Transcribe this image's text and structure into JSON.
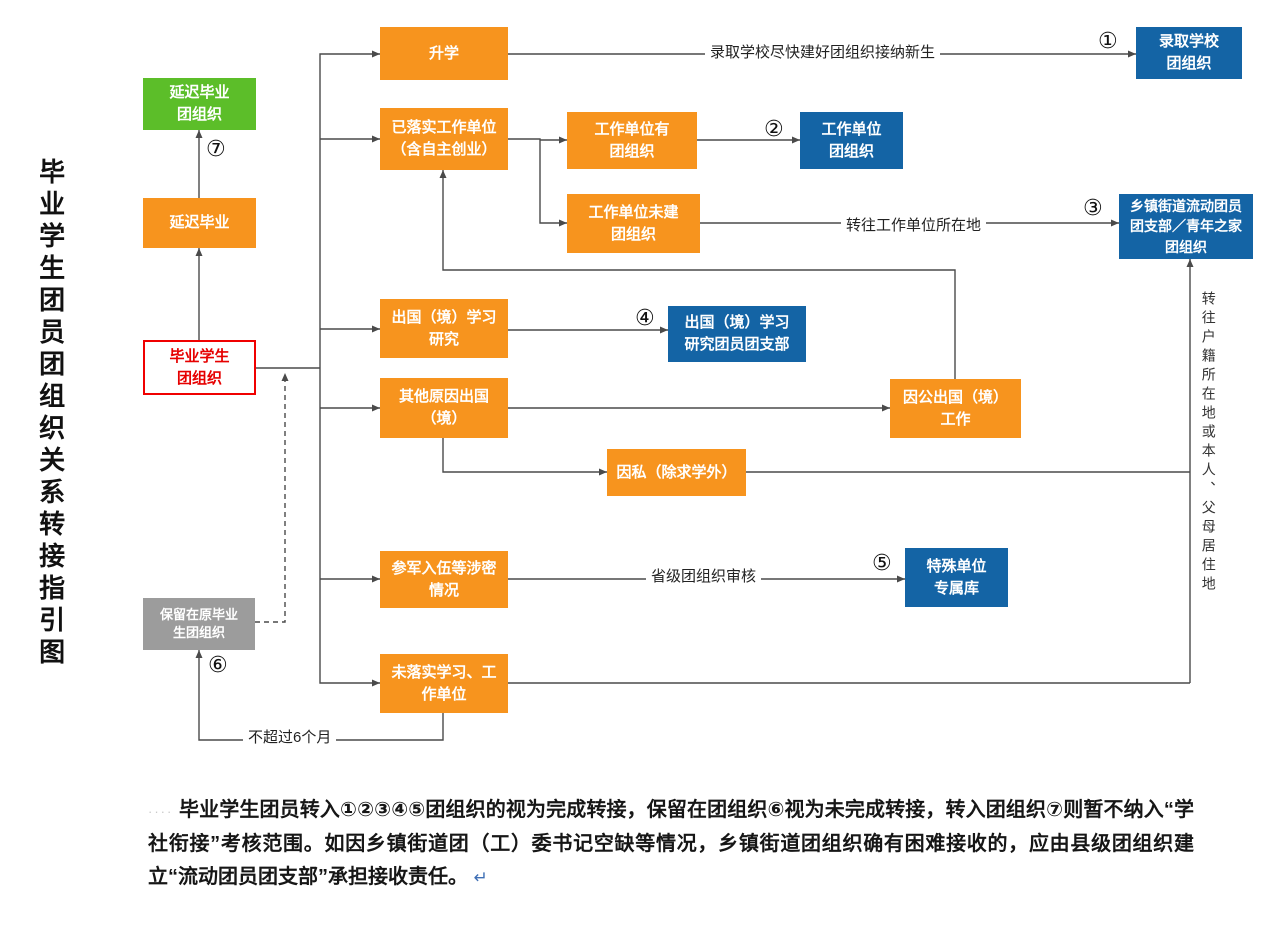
{
  "title": "毕业学生团员团组织关系转接指引图",
  "nodes": {
    "delayed_grad_org": "延迟毕业\n团组织",
    "delayed_grad": "延迟毕业",
    "grad_student_org": "毕业学生\n团组织",
    "retained_org": "保留在原毕业\n生团组织",
    "enroll": "升学",
    "secured_work": "已落实工作单位\n（含自主创业）",
    "study_abroad": "出国（境）学习\n研究",
    "other_abroad": "其他原因出国\n（境）",
    "military": "参军入伍等涉密\n情况",
    "not_secured": "未落实学习、工\n作单位",
    "work_has_org": "工作单位有\n团组织",
    "work_no_org": "工作单位未建\n团组织",
    "private_abroad": "因私（除求学外）",
    "official_abroad": "因公出国（境）\n工作",
    "admitted_school_org": "录取学校\n团组织",
    "work_unit_org": "工作单位\n团组织",
    "township_org": "乡镇街道流动团员\n团支部／青年之家\n团组织",
    "abroad_branch": "出国（境）学习\n研究团员团支部",
    "special_db": "特殊单位\n专属库"
  },
  "markers": {
    "m1": "①",
    "m2": "②",
    "m3": "③",
    "m4": "④",
    "m5": "⑤",
    "m6": "⑥",
    "m7": "⑦"
  },
  "edge_labels": {
    "enroll_note": "录取学校尽快建好团组织接纳新生",
    "to_work_location": "转往工作单位所在地",
    "provincial_review": "省级团组织审核",
    "six_months": "不超过6个月",
    "household_note": "转往户籍所在地或本人、父母居住地"
  },
  "footer": {
    "prefix": "····",
    "text": "毕业学生团员转入①②③④⑤团组织的视为完成转接，保留在团组织⑥视为未完成转接，转入团组织⑦则暂不纳入“学社衔接”考核范围。如因乡镇街道团（工）委书记空缺等情况，乡镇街道团组织确有困难接收的，应由县级团组织建立“流动团员团支部”承担接收责任。",
    "return_mark": "↵"
  },
  "colors": {
    "orange": "#F7941E",
    "blue": "#1464A5",
    "green": "#5CBE29",
    "gray": "#9C9C9C",
    "red_border": "#F00000",
    "line": "#4A4A4A"
  }
}
